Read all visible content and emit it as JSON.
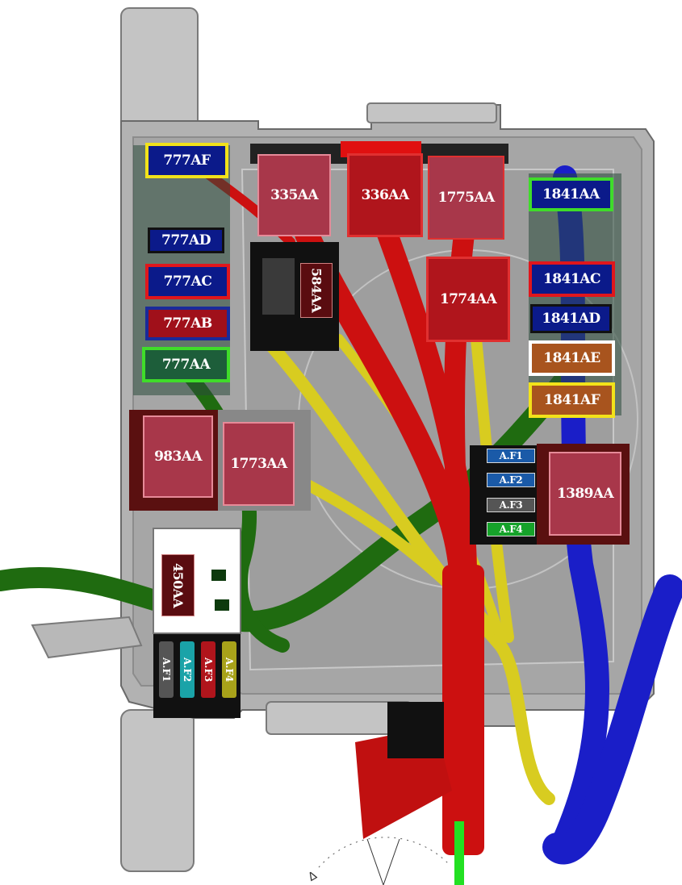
{
  "connectors_left": {
    "c777AF": {
      "label": "777AF",
      "color": "#0b1a8a",
      "border": "#f2e21a"
    },
    "c777AD": {
      "label": "777AD",
      "color": "#0b1a8a",
      "border": "#111111"
    },
    "c777AC": {
      "label": "777AC",
      "color": "#0b1a8a",
      "border": "#e0161c"
    },
    "c777AB": {
      "label": "777AB",
      "color": "#a0101a",
      "border": "#1a2a9a"
    },
    "c777AA": {
      "label": "777AA",
      "color": "#1d5e3a",
      "border": "#3fdc2a"
    }
  },
  "connectors_right": {
    "c1841AA": {
      "label": "1841AA",
      "color": "#0b1a8a",
      "border": "#3fdc2a"
    },
    "c1841AC": {
      "label": "1841AC",
      "color": "#0b1a8a",
      "border": "#e0161c"
    },
    "c1841AD": {
      "label": "1841AD",
      "color": "#0b1a8a",
      "border": "#111111"
    },
    "c1841AE": {
      "label": "1841AE",
      "color": "#a8541e",
      "border": "#ffffff"
    },
    "c1841AF": {
      "label": "1841AF",
      "color": "#a8541e",
      "border": "#f2e21a"
    }
  },
  "relays": {
    "r335AA": {
      "label": "335AA"
    },
    "r336AA": {
      "label": "336AA"
    },
    "r1775AA": {
      "label": "1775AA"
    },
    "r1774AA": {
      "label": "1774AA"
    },
    "r584AA": {
      "label": "584AA"
    },
    "r983AA": {
      "label": "983AA"
    },
    "r1773AA": {
      "label": "1773AA"
    },
    "r1389AA": {
      "label": "1389AA"
    },
    "r450AA": {
      "label": "450AA"
    }
  },
  "fuses_right": [
    {
      "label": "A.F1",
      "color": "#1a5aa8"
    },
    {
      "label": "A.F2",
      "color": "#1a5aa8"
    },
    {
      "label": "A.F3",
      "color": "#555555"
    },
    {
      "label": "A.F4",
      "color": "#16a22a"
    }
  ],
  "fuses_bottom": [
    {
      "label": "A.F1",
      "color": "#555555"
    },
    {
      "label": "A.F2",
      "color": "#1aa3a8"
    },
    {
      "label": "A.F3",
      "color": "#b0151c"
    },
    {
      "label": "A.F4",
      "color": "#a8a21a"
    }
  ],
  "gauge": {
    "label": "Δ"
  },
  "palette": {
    "housing": "#b4b4b4",
    "housing_dark": "#8a8a8a",
    "wire_red": "#cc1010",
    "wire_yellow": "#d8cc20",
    "wire_green": "#1f6b10",
    "wire_blue": "#1a1ec8"
  }
}
